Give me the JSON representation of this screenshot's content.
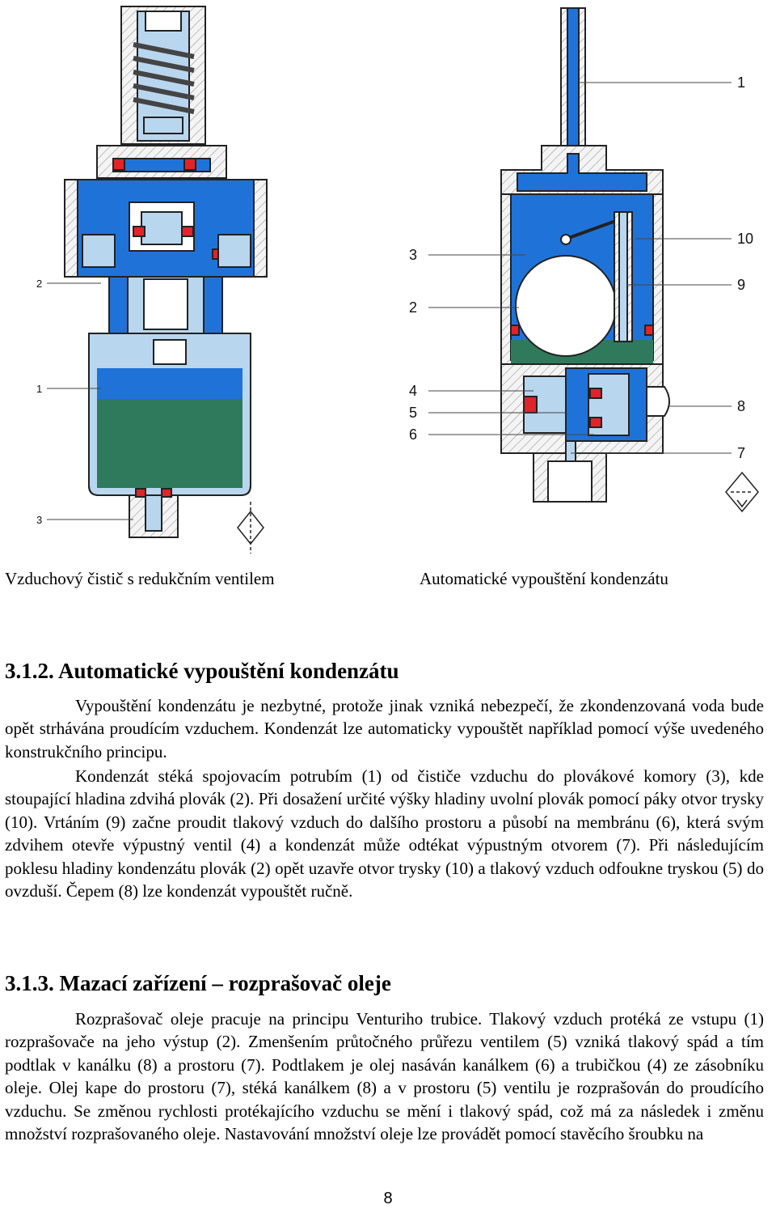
{
  "figure_left": {
    "labels": [
      "2",
      "1",
      "3"
    ]
  },
  "figure_right": {
    "labels": [
      "1",
      "10",
      "9",
      "3",
      "2",
      "4",
      "5",
      "6",
      "8",
      "7"
    ]
  },
  "captions": {
    "left": "Vzduchový čistič s redukčním ventilem",
    "right": "Automatické vypouštění kondenzátu"
  },
  "sections": [
    {
      "heading": "3.1.2. Automatické vypouštění kondenzátu",
      "paragraphs": [
        "Vypouštění kondenzátu je nezbytné, protože jinak vzniká nebezpečí, že zkondenzovaná voda bude opět strhávána proudícím vzduchem. Kondenzát lze automaticky vypouštět například pomocí výše uvedeného konstrukčního principu.",
        "Kondenzát stéká spojovacím potrubím (1) od čističe vzduchu do plovákové komory (3), kde stoupající hladina zdvihá plovák (2). Při dosažení určité výšky hladiny uvolní plovák pomocí páky otvor trysky (10). Vrtáním (9) začne proudit tlakový vzduch do dalšího prostoru a působí na membránu (6), která svým zdvihem otevře výpustný ventil (4) a kondenzát může odtékat výpustným otvorem (7). Při následujícím poklesu hladiny kondenzátu plovák (2) opět uzavře otvor trysky (10) a tlakový vzduch odfoukne tryskou (5) do ovzduší. Čepem (8) lze kondenzát vypouštět ručně."
      ]
    },
    {
      "heading": "3.1.3. Mazací zařízení – rozprašovač oleje",
      "paragraphs": [
        "Rozprašovač oleje pracuje na principu Venturiho trubice. Tlakový vzduch protéká ze vstupu (1) rozprašovače na jeho výstup (2). Zmenšením průtočného průřezu ventilem (5) vzniká tlakový spád a tím podtlak v kanálku (8) a prostoru (7). Podtlakem je olej nasáván kanálkem (6) a trubičkou (4) ze zásobníku oleje. Olej kape do prostoru (7), stéká kanálkem (8) a v prostoru (5) ventilu je rozprašován do proudícího vzduchu. Se změnou rychlosti protékajícího vzduchu se mění i tlakový spád, což má za následek i změnu množství rozprašovaného oleje. Nastavování množství oleje lze provádět pomocí stavěcího šroubku na"
      ]
    }
  ],
  "page_number": "8",
  "colors": {
    "blue": "#1f73d8",
    "light_blue": "#b9d6ef",
    "green": "#2f7a5c",
    "red": "#e0242a",
    "hatch": "#f2f2f2",
    "outline": "#222222"
  }
}
